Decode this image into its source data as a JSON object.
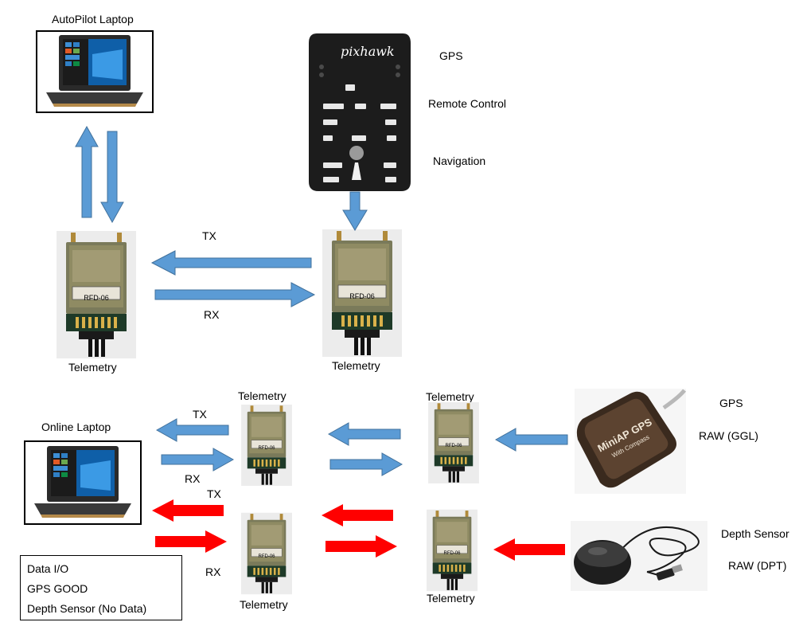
{
  "labels": {
    "autopilot_laptop": "AutoPilot Laptop",
    "online_laptop": "Online Laptop",
    "gps_top": "GPS",
    "remote_control": "Remote Control",
    "navigation": "Navigation",
    "pixhawk_brand": "pixhawk",
    "tx_top": "TX",
    "rx_top": "RX",
    "telemetry_top_left": "Telemetry",
    "telemetry_top_right": "Telemetry",
    "telemetry_mid_left": "Telemetry",
    "telemetry_mid_right": "Telemetry",
    "telemetry_bottom_left": "Telemetry",
    "telemetry_bottom_right": "Telemetry",
    "tx_gps": "TX",
    "rx_gps": "RX",
    "tx_depth": "TX",
    "rx_depth": "RX",
    "gps_right": "GPS",
    "raw_ggl": "RAW (GGL)",
    "depth_sensor": "Depth Sensor",
    "raw_dpt": "RAW (DPT)",
    "rfd_module": "RFD-06",
    "gps_module_brand": "MiniAP GPS",
    "gps_module_sub": "With Compass"
  },
  "legend": {
    "line1": "Data I/O",
    "line2": "GPS GOOD",
    "line3": "Depth Sensor (No Data)"
  },
  "colors": {
    "blue_arrow": "#5b9bd5",
    "blue_arrow_stroke": "#41719c",
    "red_arrow": "#ff0000"
  }
}
